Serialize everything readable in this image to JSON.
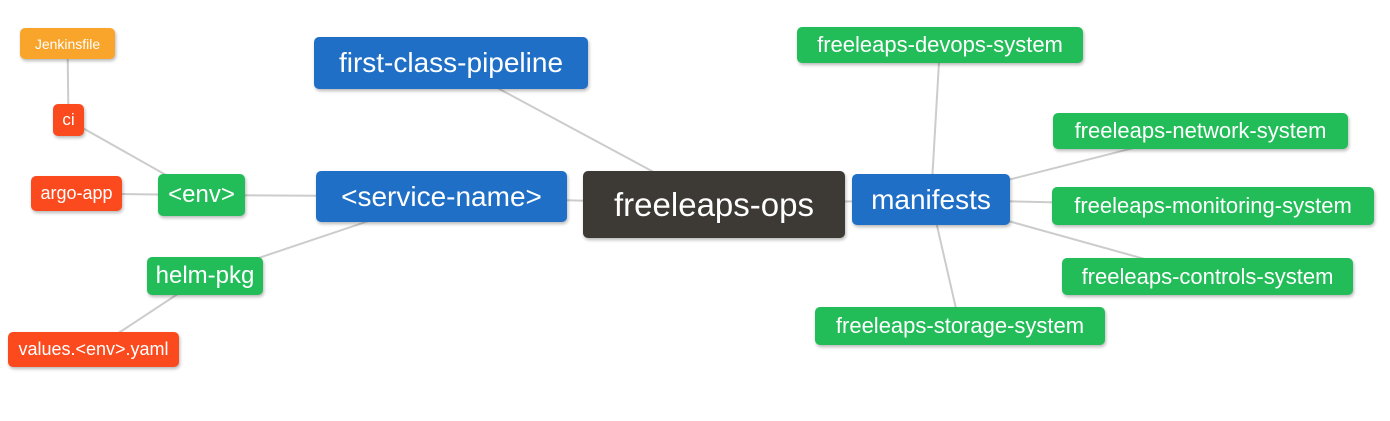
{
  "diagram": {
    "type": "mindmap",
    "root_label": "freeleaps-ops",
    "colors": {
      "background": "#ffffff",
      "text": "#ffffff",
      "edge": "#cccccc",
      "blue": "#1f6fc6",
      "green": "#22bd58",
      "orange": "#f9a42b",
      "red": "#fb4a1e",
      "dark": "#3d3935"
    },
    "nodes": {
      "jenkinsfile": {
        "label": "Jenkinsfile",
        "color": "#f9a42b"
      },
      "ci": {
        "label": "ci",
        "color": "#fb4a1e"
      },
      "argo_app": {
        "label": "argo-app",
        "color": "#fb4a1e"
      },
      "env": {
        "label": "<env>",
        "color": "#22bd58"
      },
      "helm_pkg": {
        "label": "helm-pkg",
        "color": "#22bd58"
      },
      "values_env_yaml": {
        "label": "values.<env>.yaml",
        "color": "#fb4a1e"
      },
      "first_class_pipeline": {
        "label": "first-class-pipeline",
        "color": "#1f6fc6"
      },
      "service_name": {
        "label": "<service-name>",
        "color": "#1f6fc6"
      },
      "freeleaps_ops": {
        "label": "freeleaps-ops",
        "color": "#3d3935"
      },
      "manifests": {
        "label": "manifests",
        "color": "#1f6fc6"
      },
      "devops_system": {
        "label": "freeleaps-devops-system",
        "color": "#22bd58"
      },
      "network_system": {
        "label": "freeleaps-network-system",
        "color": "#22bd58"
      },
      "monitoring_system": {
        "label": "freeleaps-monitoring-system",
        "color": "#22bd58"
      },
      "controls_system": {
        "label": "freeleaps-controls-system",
        "color": "#22bd58"
      },
      "storage_system": {
        "label": "freeleaps-storage-system",
        "color": "#22bd58"
      }
    },
    "edges": [
      [
        "jenkinsfile",
        "ci"
      ],
      [
        "ci",
        "env"
      ],
      [
        "argo_app",
        "env"
      ],
      [
        "env",
        "service_name"
      ],
      [
        "helm_pkg",
        "service_name"
      ],
      [
        "values_env_yaml",
        "helm_pkg"
      ],
      [
        "first_class_pipeline",
        "freeleaps_ops"
      ],
      [
        "service_name",
        "freeleaps_ops"
      ],
      [
        "freeleaps_ops",
        "manifests"
      ],
      [
        "manifests",
        "devops_system"
      ],
      [
        "manifests",
        "network_system"
      ],
      [
        "manifests",
        "monitoring_system"
      ],
      [
        "manifests",
        "controls_system"
      ],
      [
        "manifests",
        "storage_system"
      ]
    ]
  }
}
